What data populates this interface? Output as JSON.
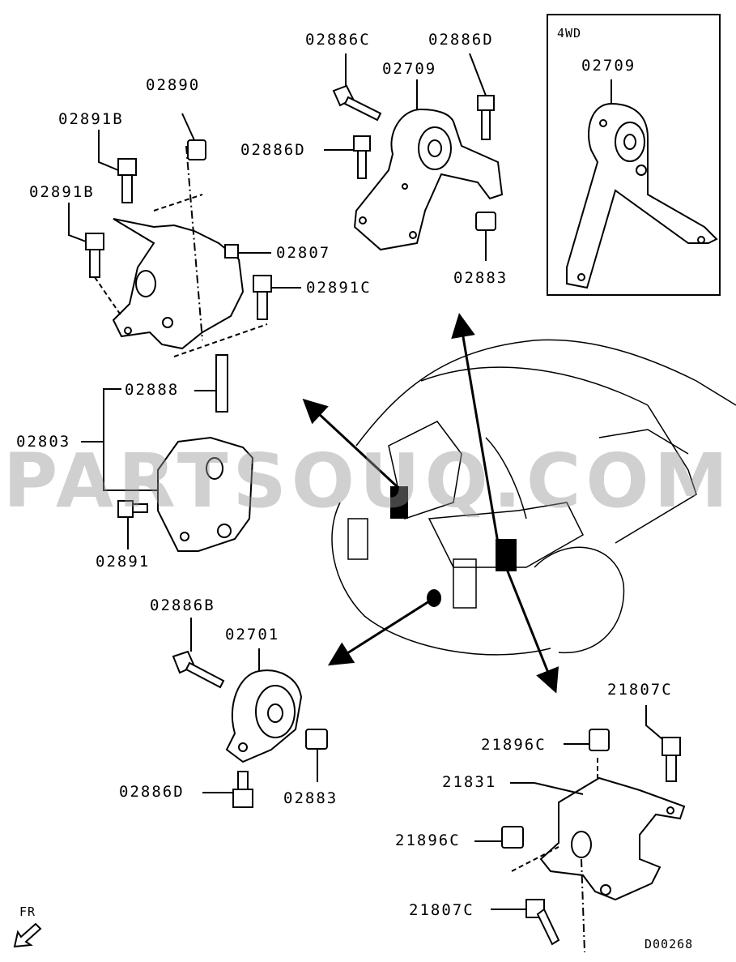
{
  "labels": {
    "p02886C": "02886C",
    "p02886D_top": "02886D",
    "p02709": "02709",
    "p02886D_mid": "02886D",
    "p02883_top": "02883",
    "p02890": "02890",
    "p02891B_a": "02891B",
    "p02891B_b": "02891B",
    "p02807": "02807",
    "p02891C": "02891C",
    "p02888": "02888",
    "p02803": "02803",
    "p02891": "02891",
    "p02886B": "02886B",
    "p02701": "02701",
    "p02886D_bot": "02886D",
    "p02883_bot": "02883",
    "p21807C_top": "21807C",
    "p21896C_a": "21896C",
    "p21831": "21831",
    "p21896C_b": "21896C",
    "p21807C_bot": "21807C"
  },
  "inset": {
    "title": "4WD",
    "part": "02709"
  },
  "front_marker": "FR",
  "diagram_code": "D00268",
  "watermark": "PARTSOUQ.COM"
}
